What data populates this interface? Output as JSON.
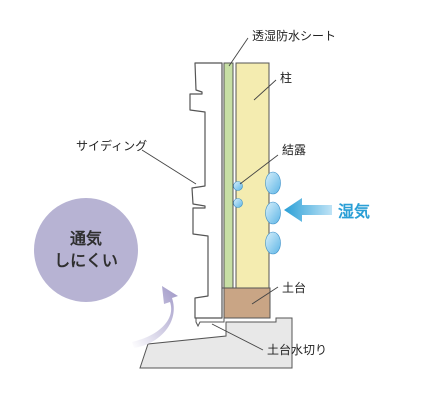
{
  "labels": {
    "membrane": "透湿防水シート",
    "post": "柱",
    "siding": "サイディング",
    "condensation": "結露",
    "humidity": "湿気",
    "sill": "土台",
    "flashing": "土台水切り"
  },
  "badge": {
    "line1": "通気",
    "line2": "しにくい"
  },
  "colors": {
    "post": "#f4ecb0",
    "membrane": "#c7dfa4",
    "sill": "#c9a585",
    "foundation": "#e8e8e8",
    "badge": "#b7b3d3",
    "humidity_arrow": "#2a9fd6",
    "droplets": "#7ec6ea",
    "airflow_arrow": "#9e96c6"
  }
}
